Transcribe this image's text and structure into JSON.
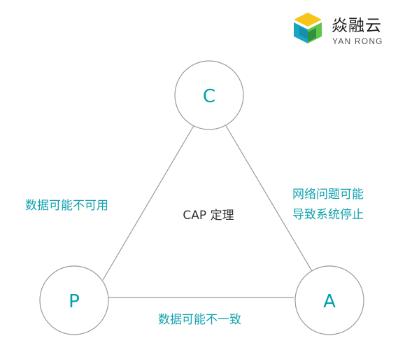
{
  "logo": {
    "name_cn": "焱融云",
    "name_en": "YAN RONG",
    "colors": {
      "top": "#f5c518",
      "left": "#1aa6c2",
      "right": "#5cc64a",
      "bottom": "#2d8a3e"
    }
  },
  "diagram": {
    "center_title": "CAP 定理",
    "nodes": {
      "c": "C",
      "p": "P",
      "a": "A"
    },
    "edges": {
      "cp_label": "数据可能不可用",
      "ca_label_line1": "网络问题可能",
      "ca_label_line2": "导致系统停止",
      "pa_label": "数据可能不一致"
    },
    "colors": {
      "accent": "#13a3b0",
      "line": "#9a9a9a",
      "text": "#333333"
    }
  }
}
